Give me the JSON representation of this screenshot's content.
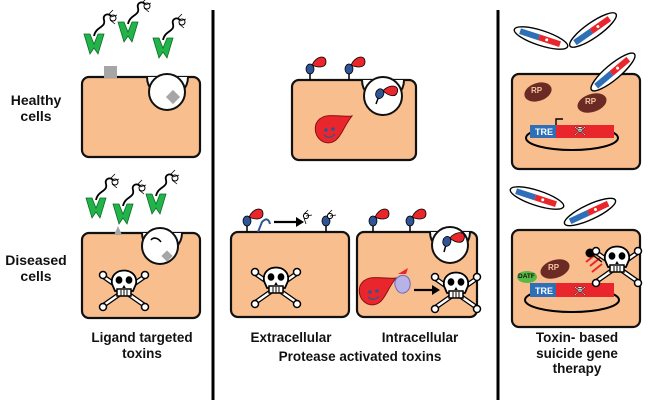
{
  "row_labels": {
    "healthy_line1": "Healthy",
    "healthy_line2": "cells",
    "diseased_line1": "Diseased",
    "diseased_line2": "cells"
  },
  "captions": {
    "ligand_line1": "Ligand targeted",
    "ligand_line2": "toxins",
    "extracellular": "Extracellular",
    "intracellular": "Intracellular",
    "protease": "Protease activated toxins",
    "suicide_line1": "Toxin- based",
    "suicide_line2": "suicide gene",
    "suicide_line3": "therapy"
  },
  "gene_labels": {
    "rp": "RP",
    "tre": "TRE",
    "datf": "DATF"
  },
  "colors": {
    "cell_fill": "#F9BE8E",
    "cell_stroke": "#111111",
    "ligand_green": "#22B34A",
    "receptor_grey": "#A6A6A6",
    "toxin_red": "#E8262C",
    "receptor_blue": "#2F5597",
    "rp_brown": "#6B2A24",
    "gene_blue": "#2E6FB8",
    "datf_green": "#5AB946",
    "protease_lavender": "#B7B3E6"
  }
}
